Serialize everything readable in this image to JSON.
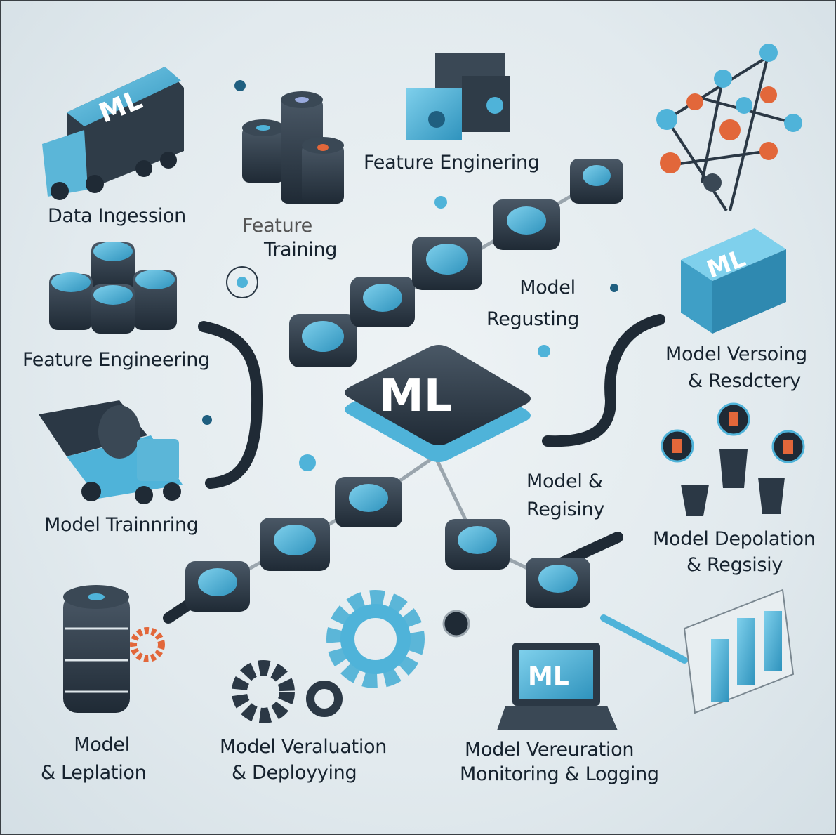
{
  "center_chip": {
    "label": "ML"
  },
  "illustrations": {
    "truck_label": "ML",
    "cube_label": "ML",
    "laptop_label": "ML"
  },
  "labels": {
    "data_ingestion": "Data Ingession",
    "feature_training_1": "Feature",
    "feature_training_2": "Training",
    "feature_engineering_top": "Feature Enginering",
    "feature_engineering_left": "Feature Engineering",
    "model_registing_1": "Model",
    "model_registing_2": "Regusting",
    "model_versoing_1": "Model Versoing",
    "model_versoing_2": "& Resdctery",
    "model_registry_1": "Model &",
    "model_registry_2": "Regisiny",
    "model_training": "Model Trainnring",
    "model_depolation_1": "Model Depolation",
    "model_depolation_2": "& Regsisiy",
    "model_deplation_1": "Model",
    "model_deplation_2": "& Leplation",
    "model_veraluation_1": "Model Veraluation",
    "model_veraluation_2": "& Deployying",
    "model_verauration_1": "Model Vereuration",
    "model_verauration_2": "Monitoring & Logging"
  },
  "colors": {
    "accent": "#4fb3d9",
    "dark": "#2b3845",
    "orange": "#e2673a",
    "background": "#e6edf0"
  }
}
